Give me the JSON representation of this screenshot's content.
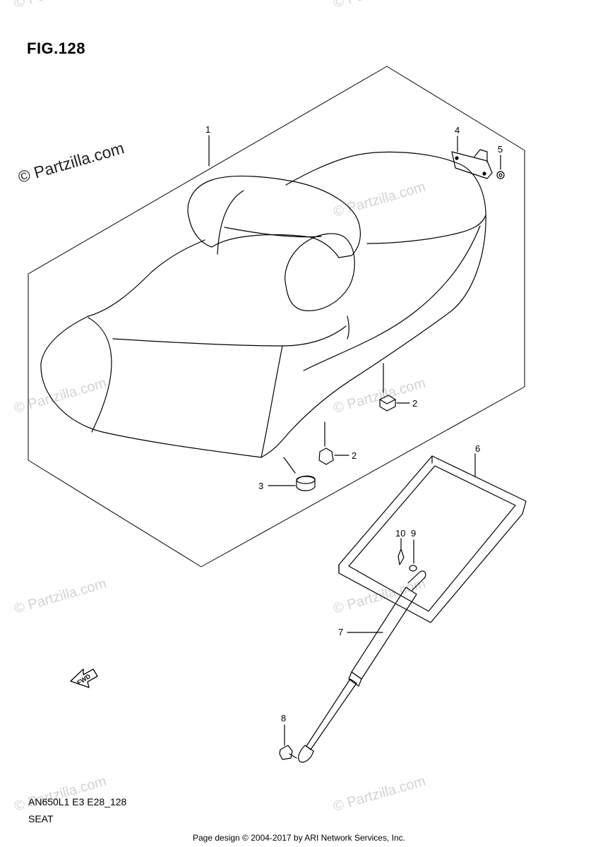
{
  "figure": {
    "title": "FIG.128"
  },
  "callouts": [
    "1",
    "2",
    "2",
    "3",
    "4",
    "5",
    "6",
    "7",
    "8",
    "9",
    "10"
  ],
  "fwd_label": "FWD",
  "watermark": {
    "main": "© Partzilla.com",
    "repeat": "© Partzilla.com"
  },
  "bottom": {
    "code": "AN650L1 E3 E28_128",
    "name": "SEAT"
  },
  "footer": "Page design © 2004-2017 by ARI Network Services, Inc."
}
